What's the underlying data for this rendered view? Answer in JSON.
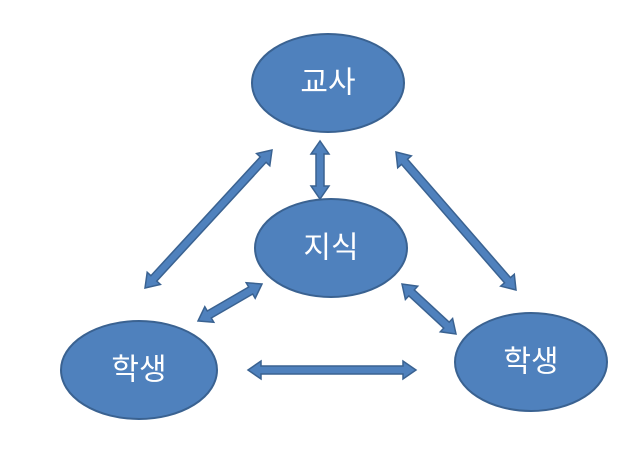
{
  "colors": {
    "node_fill": "#4f81bd",
    "node_stroke": "#3a6291",
    "arrow_fill": "#4f81bd",
    "background": "#ffffff"
  },
  "nodes": {
    "teacher": {
      "label": "교사"
    },
    "knowledge": {
      "label": "지식"
    },
    "student_left": {
      "label": "학생"
    },
    "student_right": {
      "label": "학생"
    }
  },
  "connections": [
    {
      "from": "teacher",
      "to": "knowledge",
      "direction": "both"
    },
    {
      "from": "teacher",
      "to": "student_left",
      "direction": "both"
    },
    {
      "from": "teacher",
      "to": "student_right",
      "direction": "both"
    },
    {
      "from": "knowledge",
      "to": "student_left",
      "direction": "both"
    },
    {
      "from": "knowledge",
      "to": "student_right",
      "direction": "both"
    },
    {
      "from": "student_left",
      "to": "student_right",
      "direction": "both"
    }
  ]
}
